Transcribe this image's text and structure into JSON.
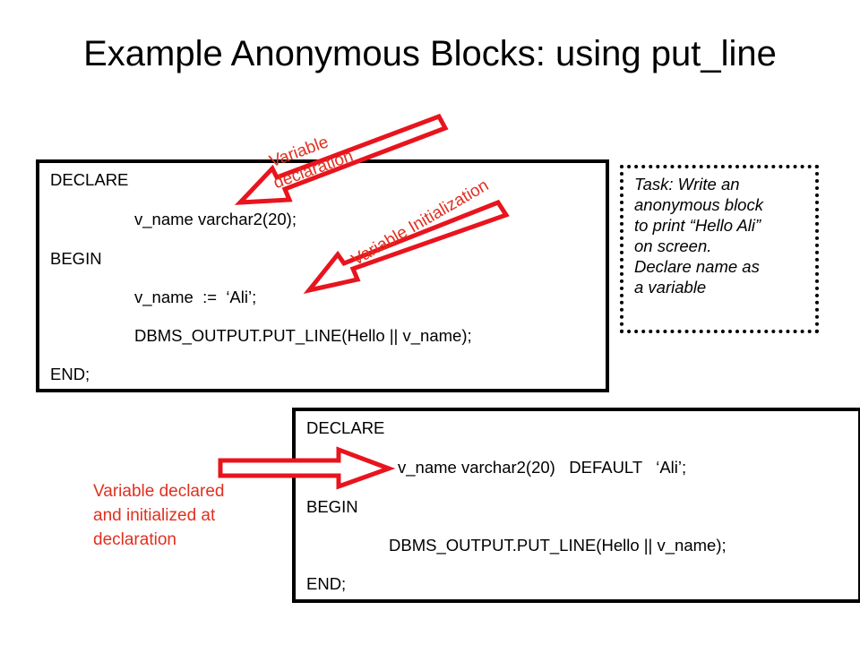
{
  "slide": {
    "title": "Example Anonymous Blocks: using put_line"
  },
  "code_block_1": {
    "lines": [
      "DECLARE",
      "v_name varchar2(20);",
      "BEGIN",
      "v_name  :=  ‘Ali’;",
      "DBMS_OUTPUT.PUT_LINE(Hello || v_name);",
      "END;"
    ]
  },
  "code_block_2": {
    "lines": [
      "DECLARE",
      "v_name varchar2(20)   DEFAULT   ‘Ali’;",
      "BEGIN",
      "DBMS_OUTPUT.PUT_LINE(Hello || v_name);",
      "END;"
    ]
  },
  "task_note": {
    "text_lines": [
      "Task: Write an",
      "anonymous block",
      "to print “Hello Ali”",
      "on screen.",
      "Declare name as",
      "a variable"
    ]
  },
  "annotations": {
    "variable_declaration": [
      "Variable",
      "declaration"
    ],
    "variable_initialization": "Variable Initialization",
    "declared_and_initialized": [
      "Variable declared",
      "and initialized at",
      "declaration"
    ]
  },
  "colors": {
    "annotation_red": "#e03020",
    "arrow_red": "#e8141e",
    "text": "#000000",
    "background": "#ffffff"
  }
}
